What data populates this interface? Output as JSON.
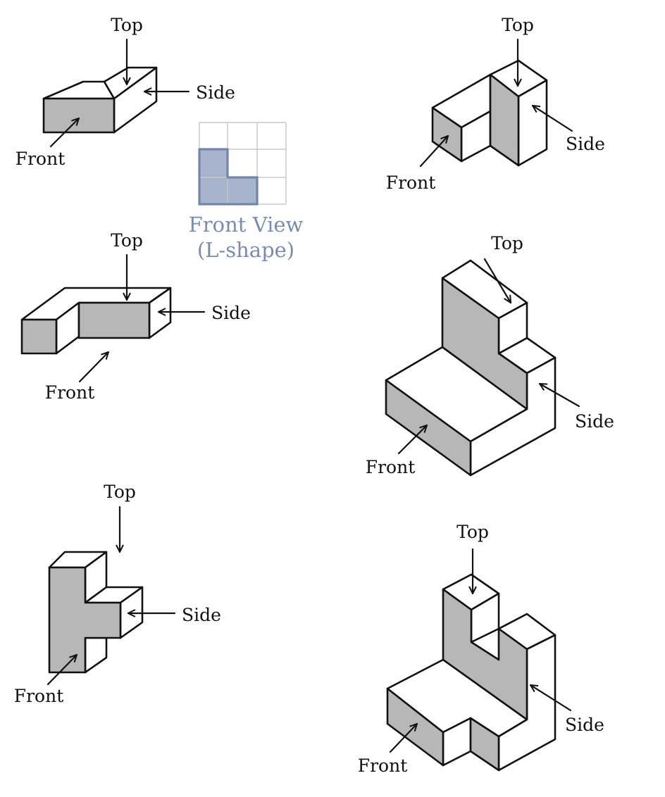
{
  "labels": {
    "top": "Top",
    "side": "Side",
    "front": "Front"
  },
  "inset": {
    "line1": "Front View",
    "line2": "(L-shape)",
    "color": "#7a8cad",
    "fill_color": "#a8b4cc"
  },
  "colors": {
    "front_face": "#b7b7b7",
    "face": "#ffffff",
    "stroke": "#111111"
  }
}
